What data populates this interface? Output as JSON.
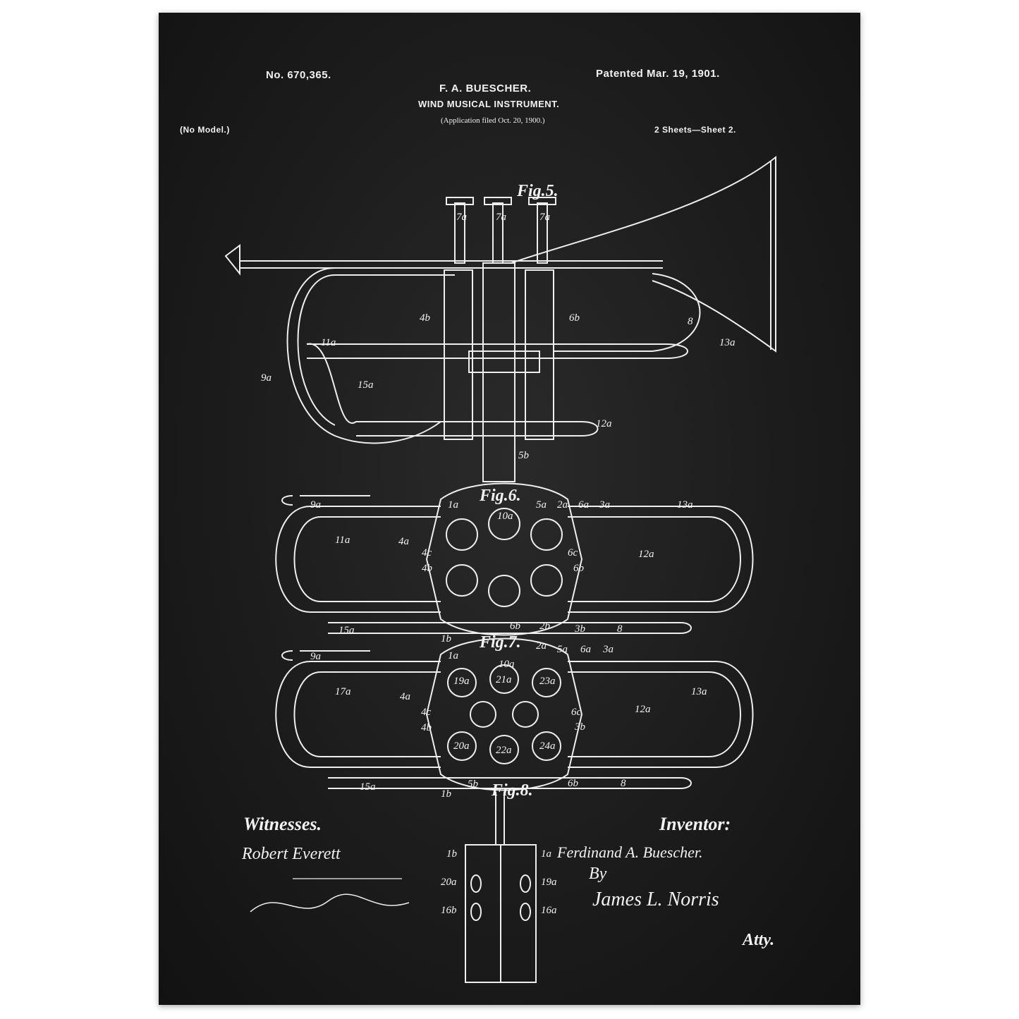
{
  "header": {
    "patent_number": "No. 670,365.",
    "patent_date": "Patented Mar. 19, 1901.",
    "inventor_name": "F. A. BUESCHER.",
    "title": "WIND MUSICAL INSTRUMENT.",
    "application": "(Application filed Oct. 20, 1900.)",
    "model": "(No Model.)",
    "sheets": "2 Sheets—Sheet 2."
  },
  "figures": {
    "fig5": {
      "title": "Fig.5.",
      "labels": [
        "7a",
        "7a",
        "7a",
        "4b",
        "6b",
        "8",
        "11a",
        "9a",
        "15a",
        "13a",
        "12a",
        "5b"
      ]
    },
    "fig6": {
      "title": "Fig.6.",
      "labels": [
        "9a",
        "1a",
        "10a",
        "5a",
        "2a",
        "6a",
        "3a",
        "13a",
        "11a",
        "4a",
        "4c",
        "4b",
        "6c",
        "6b",
        "12a",
        "15a",
        "1b",
        "6b",
        "2b",
        "3b",
        "8"
      ]
    },
    "fig7": {
      "title": "Fig.7.",
      "labels": [
        "9a",
        "1a",
        "10a",
        "2a",
        "5a",
        "6a",
        "3a",
        "17a",
        "19a",
        "21a",
        "23a",
        "13a",
        "4a",
        "4c",
        "4b",
        "6c",
        "3b",
        "12a",
        "20a",
        "22a",
        "24a",
        "15a",
        "1b",
        "5b",
        "6b",
        "8"
      ]
    },
    "fig8": {
      "title": "Fig.8.",
      "labels": [
        "1b",
        "1a",
        "20a",
        "19a",
        "16b",
        "16a"
      ]
    }
  },
  "signatures": {
    "witnesses_heading": "Witnesses.",
    "witness_1": "Robert Everett",
    "inventor_heading": "Inventor:",
    "inventor_full": "Ferdinand A. Buescher.",
    "by": "By",
    "attorney": "James L. Norris",
    "attorney_suffix": "Atty."
  },
  "colors": {
    "background": "#1c1c1c",
    "ink": "#f2f2f2"
  }
}
